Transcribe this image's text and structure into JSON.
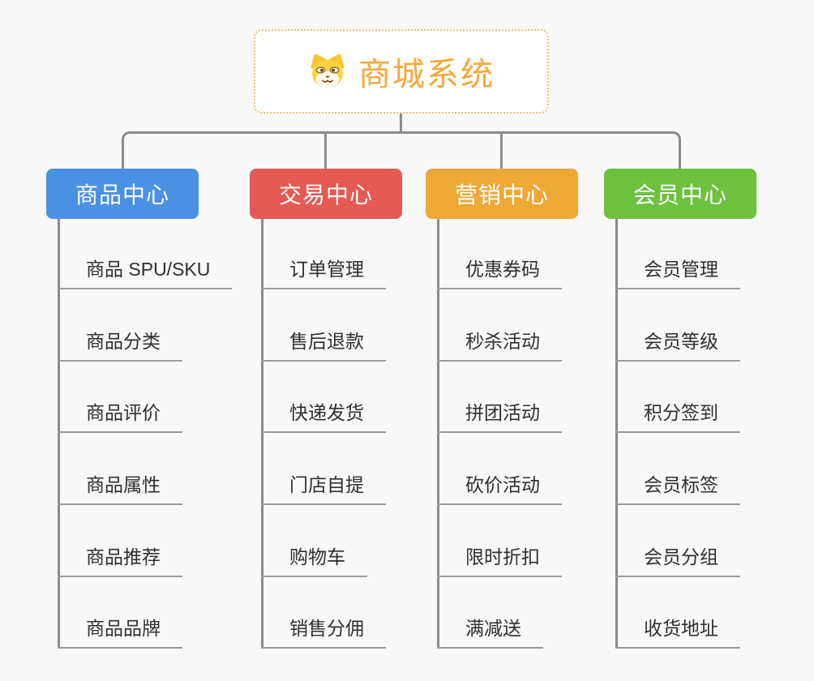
{
  "root": {
    "title": "商城系统",
    "icon": "shiba-dog-icon"
  },
  "branches": [
    {
      "label": "商品中心",
      "color": "#4a91e5",
      "items": [
        "商品 SPU/SKU",
        "商品分类",
        "商品评价",
        "商品属性",
        "商品推荐",
        "商品品牌"
      ]
    },
    {
      "label": "交易中心",
      "color": "#e55a55",
      "items": [
        "订单管理",
        "售后退款",
        "快递发货",
        "门店自提",
        "购物车",
        "销售分佣"
      ]
    },
    {
      "label": "营销中心",
      "color": "#eea836",
      "items": [
        "优惠券码",
        "秒杀活动",
        "拼团活动",
        "砍价活动",
        "限时折扣",
        "满减送"
      ]
    },
    {
      "label": "会员中心",
      "color": "#6ec13f",
      "items": [
        "会员管理",
        "会员等级",
        "积分签到",
        "会员标签",
        "会员分组",
        "收货地址"
      ]
    }
  ],
  "colors": {
    "background": "#f8f8f8",
    "connector": "#8b8b8b",
    "leaf_underline": "#9c9c9c",
    "leaf_text": "#2f2f2f",
    "root_border": "#f0bd72",
    "root_text": "#f5a83b"
  }
}
